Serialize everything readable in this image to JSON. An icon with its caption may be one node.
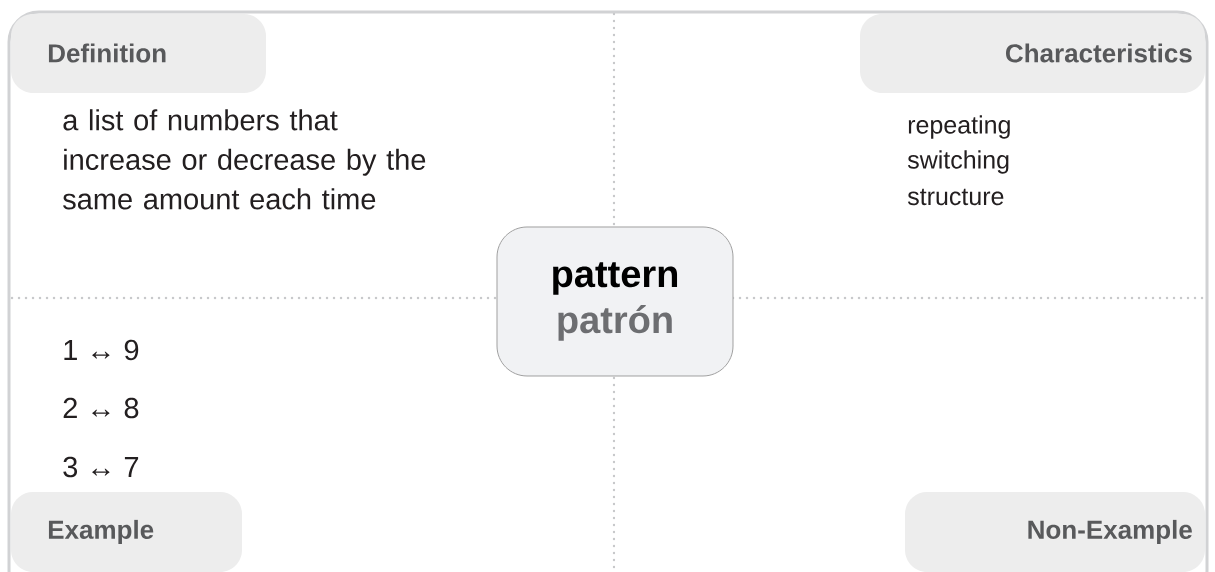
{
  "diagram": {
    "nodes": [
      {
        "text": [
          "Definition"
        ]
      },
      {
        "text": [
          "Characteristics"
        ]
      },
      {
        "text": [
          "pattern",
          "patrón"
        ]
      },
      {
        "text": [
          "Example"
        ]
      },
      {
        "text": [
          "Non-Example"
        ]
      }
    ],
    "labels": [
      "a list of numbers that increase or decrease by the same amount each time",
      "repeating",
      "switching",
      "structure",
      "1 ↔ 9",
      "2 ↔ 8",
      "3 ↔ 7"
    ]
  }
}
